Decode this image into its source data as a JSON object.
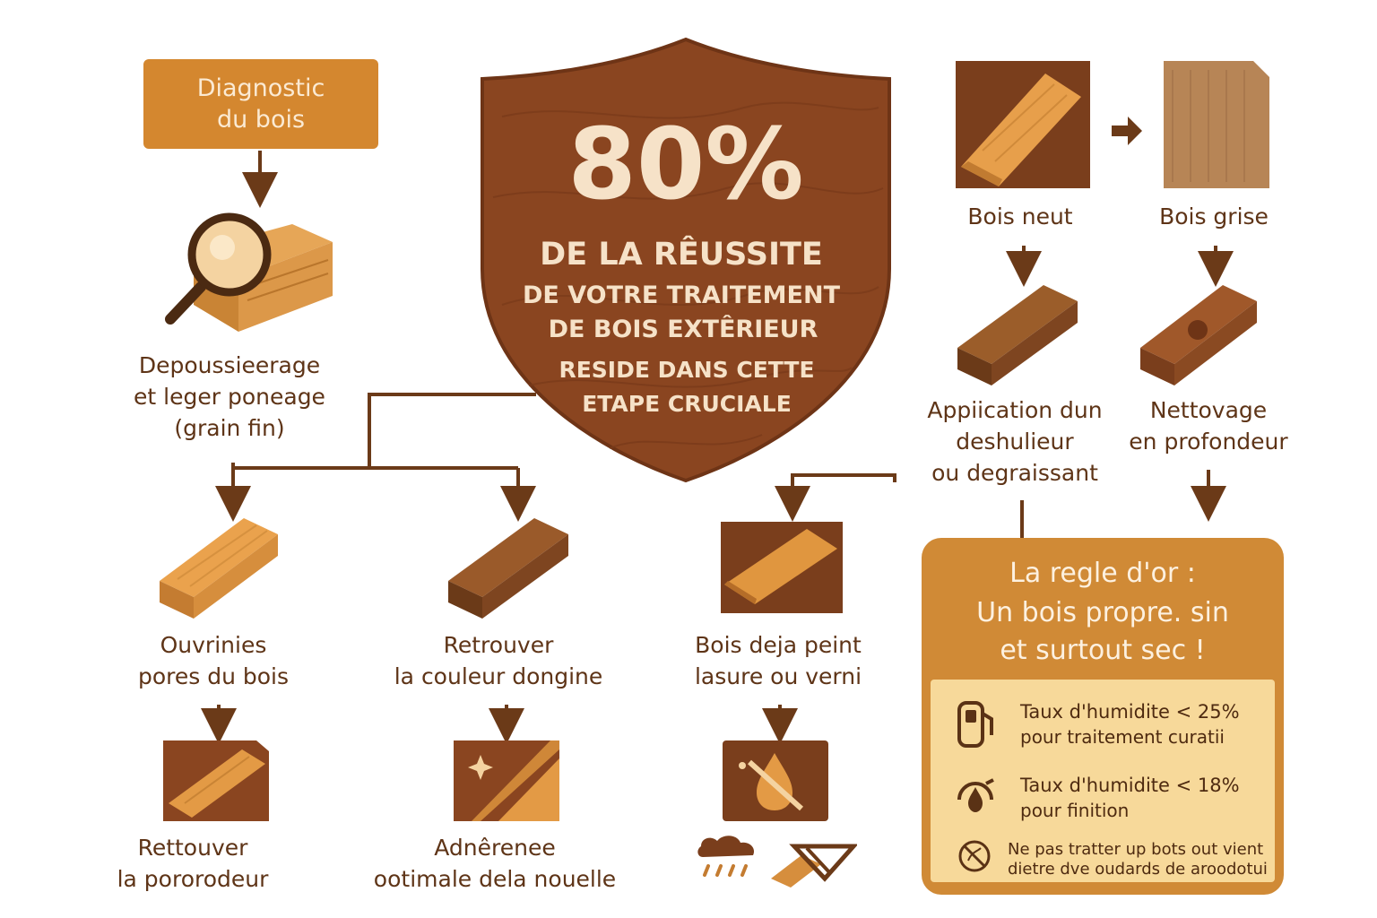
{
  "diagnostic": {
    "line1": "Diagnostic",
    "line2": "du bois"
  },
  "step_left": {
    "line1": "Depoussieerage",
    "line2": "et leger poneage",
    "line3": "(grain fin)"
  },
  "shield": {
    "percent": "80%",
    "line1": "DE LA RÊUSSITE",
    "line2": "DE VOTRE TRAITEMENT",
    "line3": "DE BOIS EXTÊRIEUR",
    "line4": "RESIDE DANS CETTE",
    "line5": "ETAPE CRUCIALE"
  },
  "wood_states": {
    "new": "Bois neut",
    "grey": "Bois grise"
  },
  "actions": {
    "degreaser": {
      "line1": "Appiication dun",
      "line2": "deshulieur",
      "line3": "ou degraissant"
    },
    "cleaning": {
      "line1": "Nettovage",
      "line2": "en profondeur"
    }
  },
  "branches": {
    "pores": {
      "line1": "Ouvrinies",
      "line2": "pores du bois"
    },
    "color": {
      "line1": "Retrouver",
      "line2": "la couleur dongine"
    },
    "painted": {
      "line1": "Bois deja peint",
      "line2": "lasure ou verni"
    }
  },
  "results": {
    "depth": {
      "line1": "Rettouver",
      "line2": "la pororodeur"
    },
    "adhesion": {
      "line1": "Adnêrenee",
      "line2": "ootimale dela nouelle"
    }
  },
  "golden_rule": {
    "line1": "La regle d'or :",
    "line2": "Un bois propre. sin",
    "line3": "et surtout sec !",
    "rule1": {
      "line1": "Taux d'humidite < 25%",
      "line2": "pour traitement curatii"
    },
    "rule2": {
      "line1": "Taux d'humidite < 18%",
      "line2": "pour finition"
    },
    "rule3": {
      "line1": "Ne pas tratter up bots out vient",
      "line2": "dietre dve oudards de aroodotui"
    }
  },
  "colors": {
    "brand_orange": "#d4872f",
    "shield_brown": "#8a4520",
    "text_brown": "#5e3417",
    "gold_panel": "#d08a36",
    "gold_inner": "#f7d99a"
  }
}
